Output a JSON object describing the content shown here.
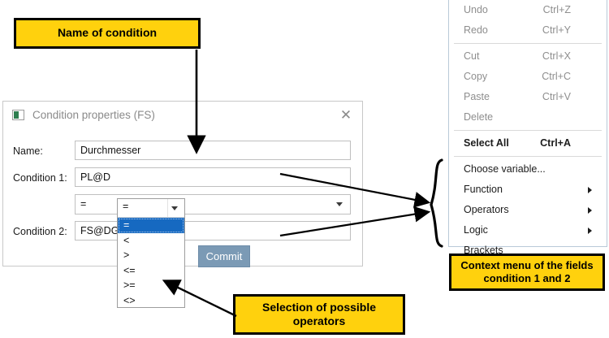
{
  "annotations": {
    "name_of_condition": "Name of condition",
    "selection_of_operators": "Selection of possible\noperators",
    "context_menu_caption": "Context menu  of the fields\ncondition 1 and 2"
  },
  "dialog": {
    "title": "Condition properties (FS)",
    "close_label": "✕",
    "fields": {
      "name_label": "Name:",
      "name_value": "Durchmesser",
      "condition1_label": "Condition 1:",
      "condition1_value": "PL@D",
      "condition2_label": "Condition 2:",
      "condition2_value": "FS@DG",
      "operator_combo_value": "="
    },
    "buttons": {
      "commit_label": "Commit",
      "secondary_label": ""
    }
  },
  "dropdown": {
    "selected_value": "=",
    "options": [
      "=",
      "<",
      ">",
      "<=",
      ">=",
      "<>"
    ],
    "selected_index": 0
  },
  "context_menu": {
    "groups": [
      {
        "items": [
          {
            "label": "Undo",
            "shortcut": "Ctrl+Z",
            "enabled": false,
            "submenu": false
          },
          {
            "label": "Redo",
            "shortcut": "Ctrl+Y",
            "enabled": false,
            "submenu": false
          }
        ]
      },
      {
        "items": [
          {
            "label": "Cut",
            "shortcut": "Ctrl+X",
            "enabled": false,
            "submenu": false
          },
          {
            "label": "Copy",
            "shortcut": "Ctrl+C",
            "enabled": false,
            "submenu": false
          },
          {
            "label": "Paste",
            "shortcut": "Ctrl+V",
            "enabled": false,
            "submenu": false
          },
          {
            "label": "Delete",
            "shortcut": "",
            "enabled": false,
            "submenu": false
          }
        ]
      },
      {
        "items": [
          {
            "label": "Select All",
            "shortcut": "Ctrl+A",
            "enabled": true,
            "submenu": false
          }
        ]
      },
      {
        "items": [
          {
            "label": "Choose variable...",
            "shortcut": "",
            "enabled": true,
            "submenu": false
          },
          {
            "label": "Function",
            "shortcut": "",
            "enabled": true,
            "submenu": true
          },
          {
            "label": "Operators",
            "shortcut": "",
            "enabled": true,
            "submenu": true
          },
          {
            "label": "Logic",
            "shortcut": "",
            "enabled": true,
            "submenu": true
          },
          {
            "label": "Brackets",
            "shortcut": "",
            "enabled": true,
            "submenu": false
          }
        ]
      }
    ]
  },
  "colors": {
    "note_fill": "#FFD10D",
    "note_border": "#000000",
    "selection_blue": "#1669C1",
    "button_blue": "#7B9AB5",
    "menu_border": "#B9C9D8"
  }
}
